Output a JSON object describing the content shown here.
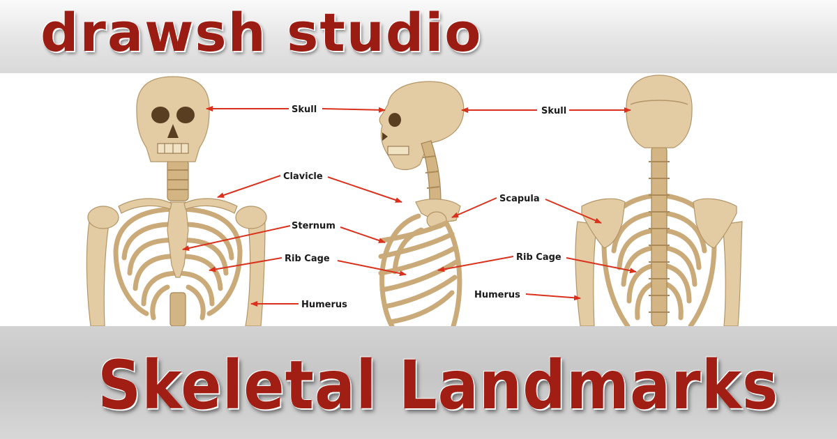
{
  "brand": {
    "logo_text": "drawsh studio"
  },
  "title": "Skeletal Landmarks",
  "labels": {
    "front": {
      "skull": "Skull",
      "clavicle": "Clavicle",
      "sternum": "Sternum",
      "rib_cage": "Rib Cage",
      "humerus": "Humerus"
    },
    "back": {
      "skull": "Skull",
      "scapula": "Scapula",
      "rib_cage": "Rib Cage",
      "humerus": "Humerus"
    }
  },
  "colors": {
    "title_red": "#a01e13",
    "arrow_red": "#d9311c",
    "bone": "#e3cba4",
    "band_gray": "#d2d2d2"
  }
}
